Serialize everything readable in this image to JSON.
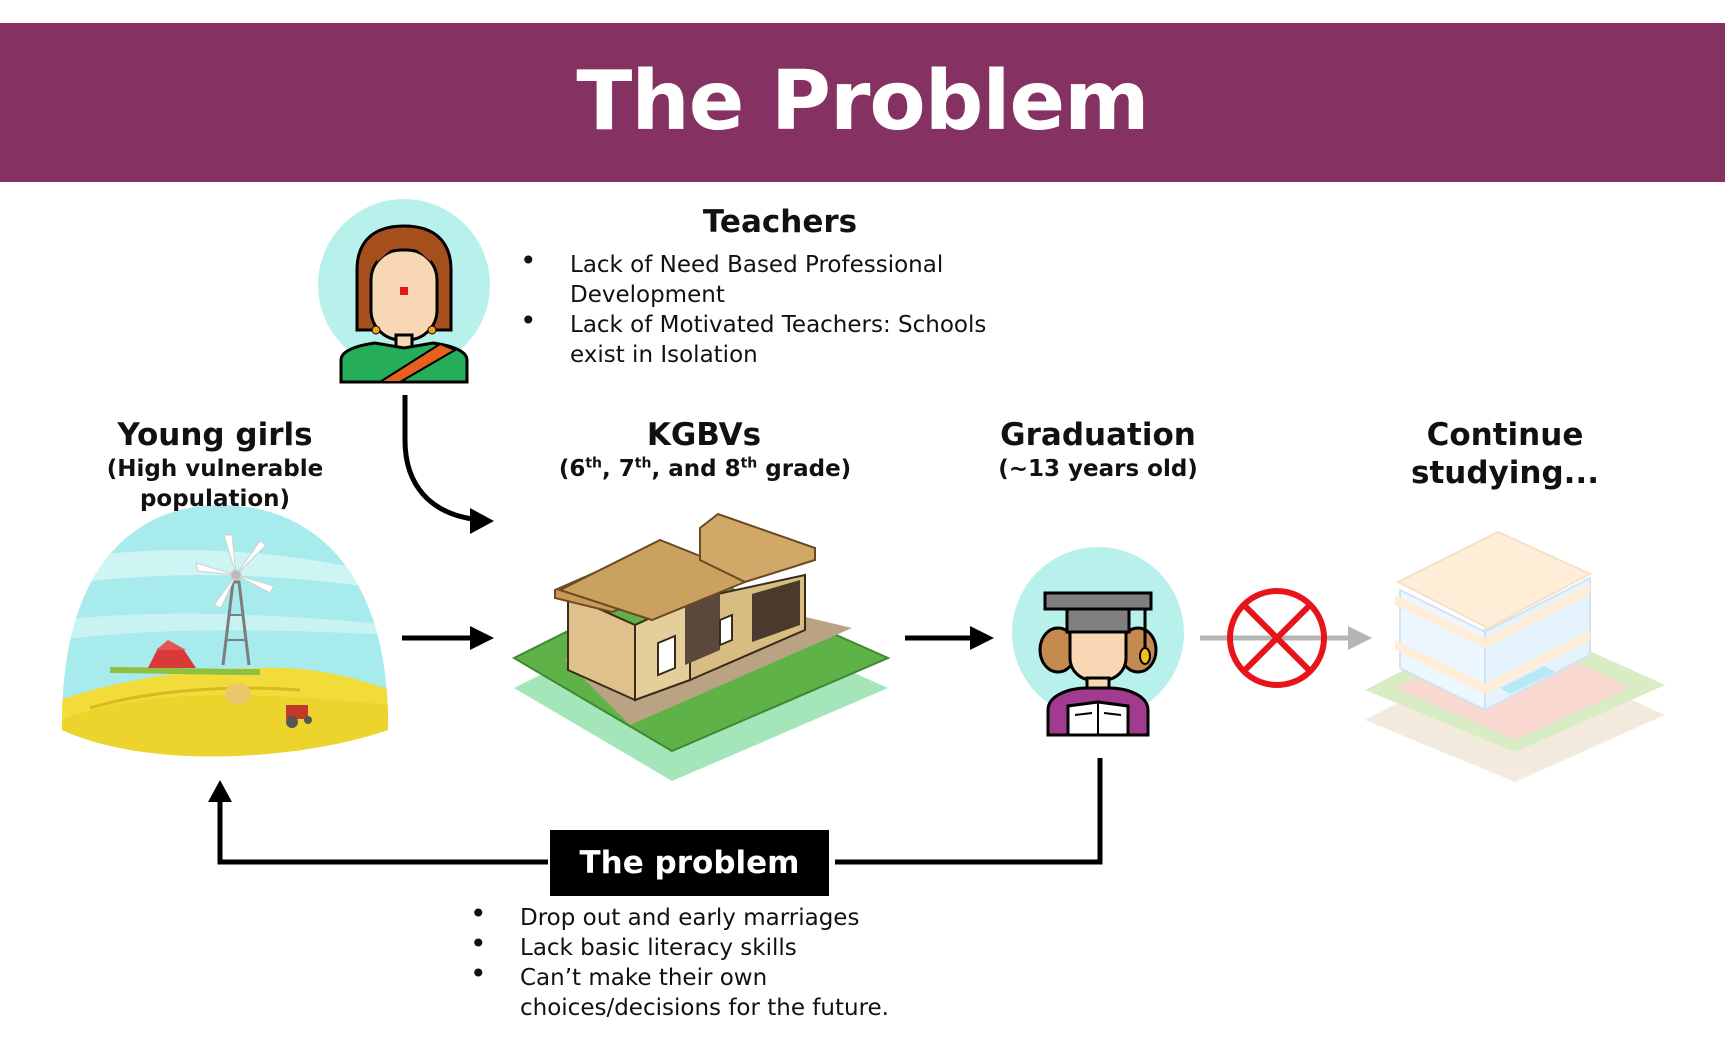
{
  "header": {
    "title": "The Problem",
    "background": "#853262"
  },
  "teachers": {
    "heading": "Teachers",
    "bullets": [
      "Lack of Need Based Professional Development",
      "Lack of Motivated Teachers: Schools exist in Isolation"
    ]
  },
  "stages": {
    "young_girls": {
      "title": "Young girls",
      "subtitle": "(High vulnerable population)"
    },
    "kgbvs": {
      "title": "KGBVs",
      "subtitle": {
        "g1": "6",
        "s1": "th",
        "g2": "7",
        "s2": "th",
        "and": ", and ",
        "g3": "8",
        "s3": "th",
        "rest": " grade)"
      }
    },
    "graduation": {
      "title": "Graduation",
      "subtitle": "(~13 years old)"
    },
    "continue": {
      "title": "Continue studying..."
    }
  },
  "problem": {
    "label": "The problem",
    "bullets": [
      "Drop out and early marriages",
      "Lack basic literacy skills",
      "Can’t make their own choices/decisions for the future."
    ]
  },
  "icons": {
    "teacher": "teacher-avatar-icon",
    "village": "village-landscape-icon",
    "school": "school-building-icon",
    "graduate": "graduate-student-icon",
    "blocked": "blocked-cross-icon",
    "future_school": "faded-school-building-icon"
  },
  "colors": {
    "accent": "#853262",
    "blocked": "#e8141c",
    "arrow": "#000000",
    "faded_arrow": "#b5b5b5"
  }
}
